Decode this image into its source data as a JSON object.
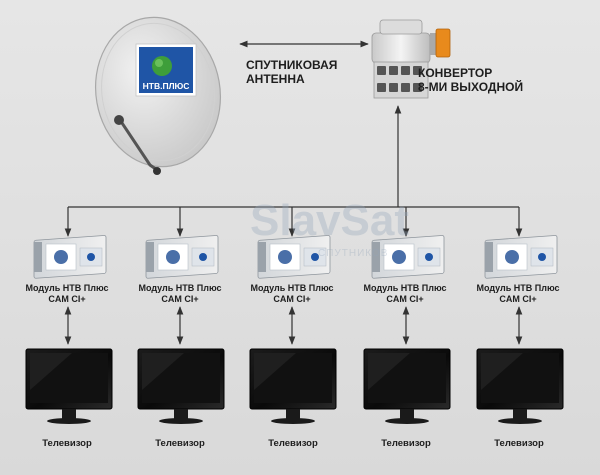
{
  "dish": {
    "logo_text": "НТВ.ПЛЮС"
  },
  "antenna_label": {
    "line1": "СПУТНИКОВАЯ",
    "line2": "АНТЕННА"
  },
  "converter_label": {
    "line1": "КОНВЕРТОР",
    "line2": "8-МИ ВЫХОДНОЙ"
  },
  "watermark": {
    "brand": "SlavSat",
    "sub": "СПУТНИКОВ"
  },
  "modules": [
    {
      "line1": "Модуль НТВ Плюс",
      "line2": "CAM CI+"
    },
    {
      "line1": "Модуль НТВ Плюс",
      "line2": "CAM CI+"
    },
    {
      "line1": "Модуль НТВ Плюс",
      "line2": "CAM CI+"
    },
    {
      "line1": "Модуль НТВ Плюс",
      "line2": "CAM CI+"
    },
    {
      "line1": "Модуль НТВ Плюс",
      "line2": "CAM CI+"
    }
  ],
  "tvs": [
    {
      "label": "Телевизор"
    },
    {
      "label": "Телевизор"
    },
    {
      "label": "Телевизор"
    },
    {
      "label": "Телевизор"
    },
    {
      "label": "Телевизор"
    }
  ],
  "colors": {
    "background": "#dedede",
    "line": "#333333",
    "dish": "#e4e4e4",
    "logo_blue": "#1f55a6",
    "logo_green": "#3e9e3a",
    "lnb_orange": "#e88a1c"
  }
}
